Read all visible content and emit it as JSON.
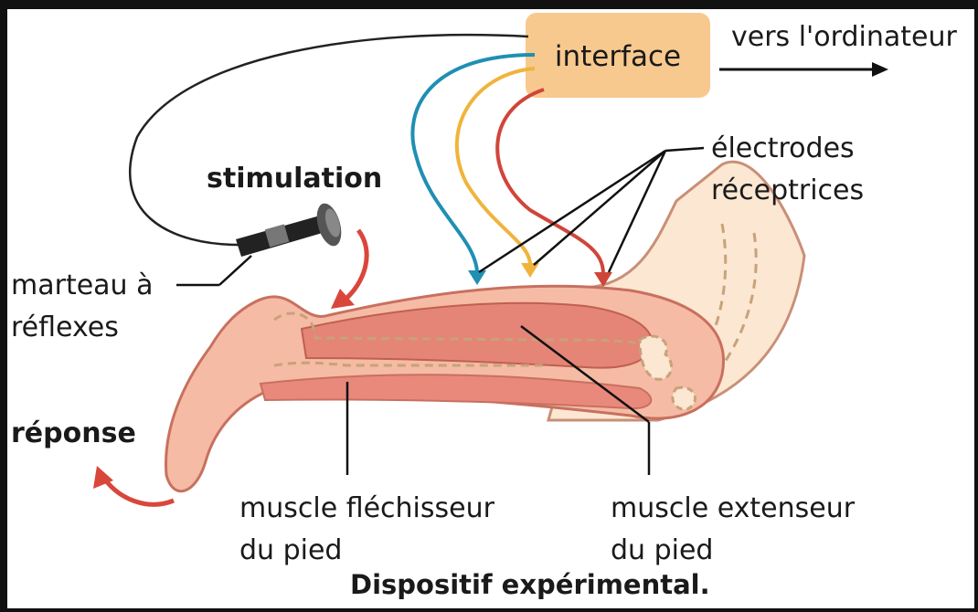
{
  "diagram": {
    "interface_label": "interface",
    "computer_label": "vers l'ordinateur",
    "electrodes_label": [
      "électrodes",
      "réceptrices"
    ],
    "stimulation_label": "stimulation",
    "hammer_label": [
      "marteau à",
      "réflexes"
    ],
    "response_label": "réponse",
    "flexor_label": [
      "muscle fléchisseur",
      "du pied"
    ],
    "extensor_label": [
      "muscle extenseur",
      "du pied"
    ],
    "caption": "Dispositif expérimental."
  },
  "colors": {
    "interface_box": "#f8c98e",
    "wire_blue": "#1f8fb3",
    "wire_yellow": "#f0b43c",
    "wire_red": "#d0453a",
    "arrow_red": "#d9473b",
    "skin": "#f7c9b4",
    "skin_dark": "#e9a58c",
    "muscle": "#e7897d",
    "leg_light": "#fbe7d2"
  }
}
